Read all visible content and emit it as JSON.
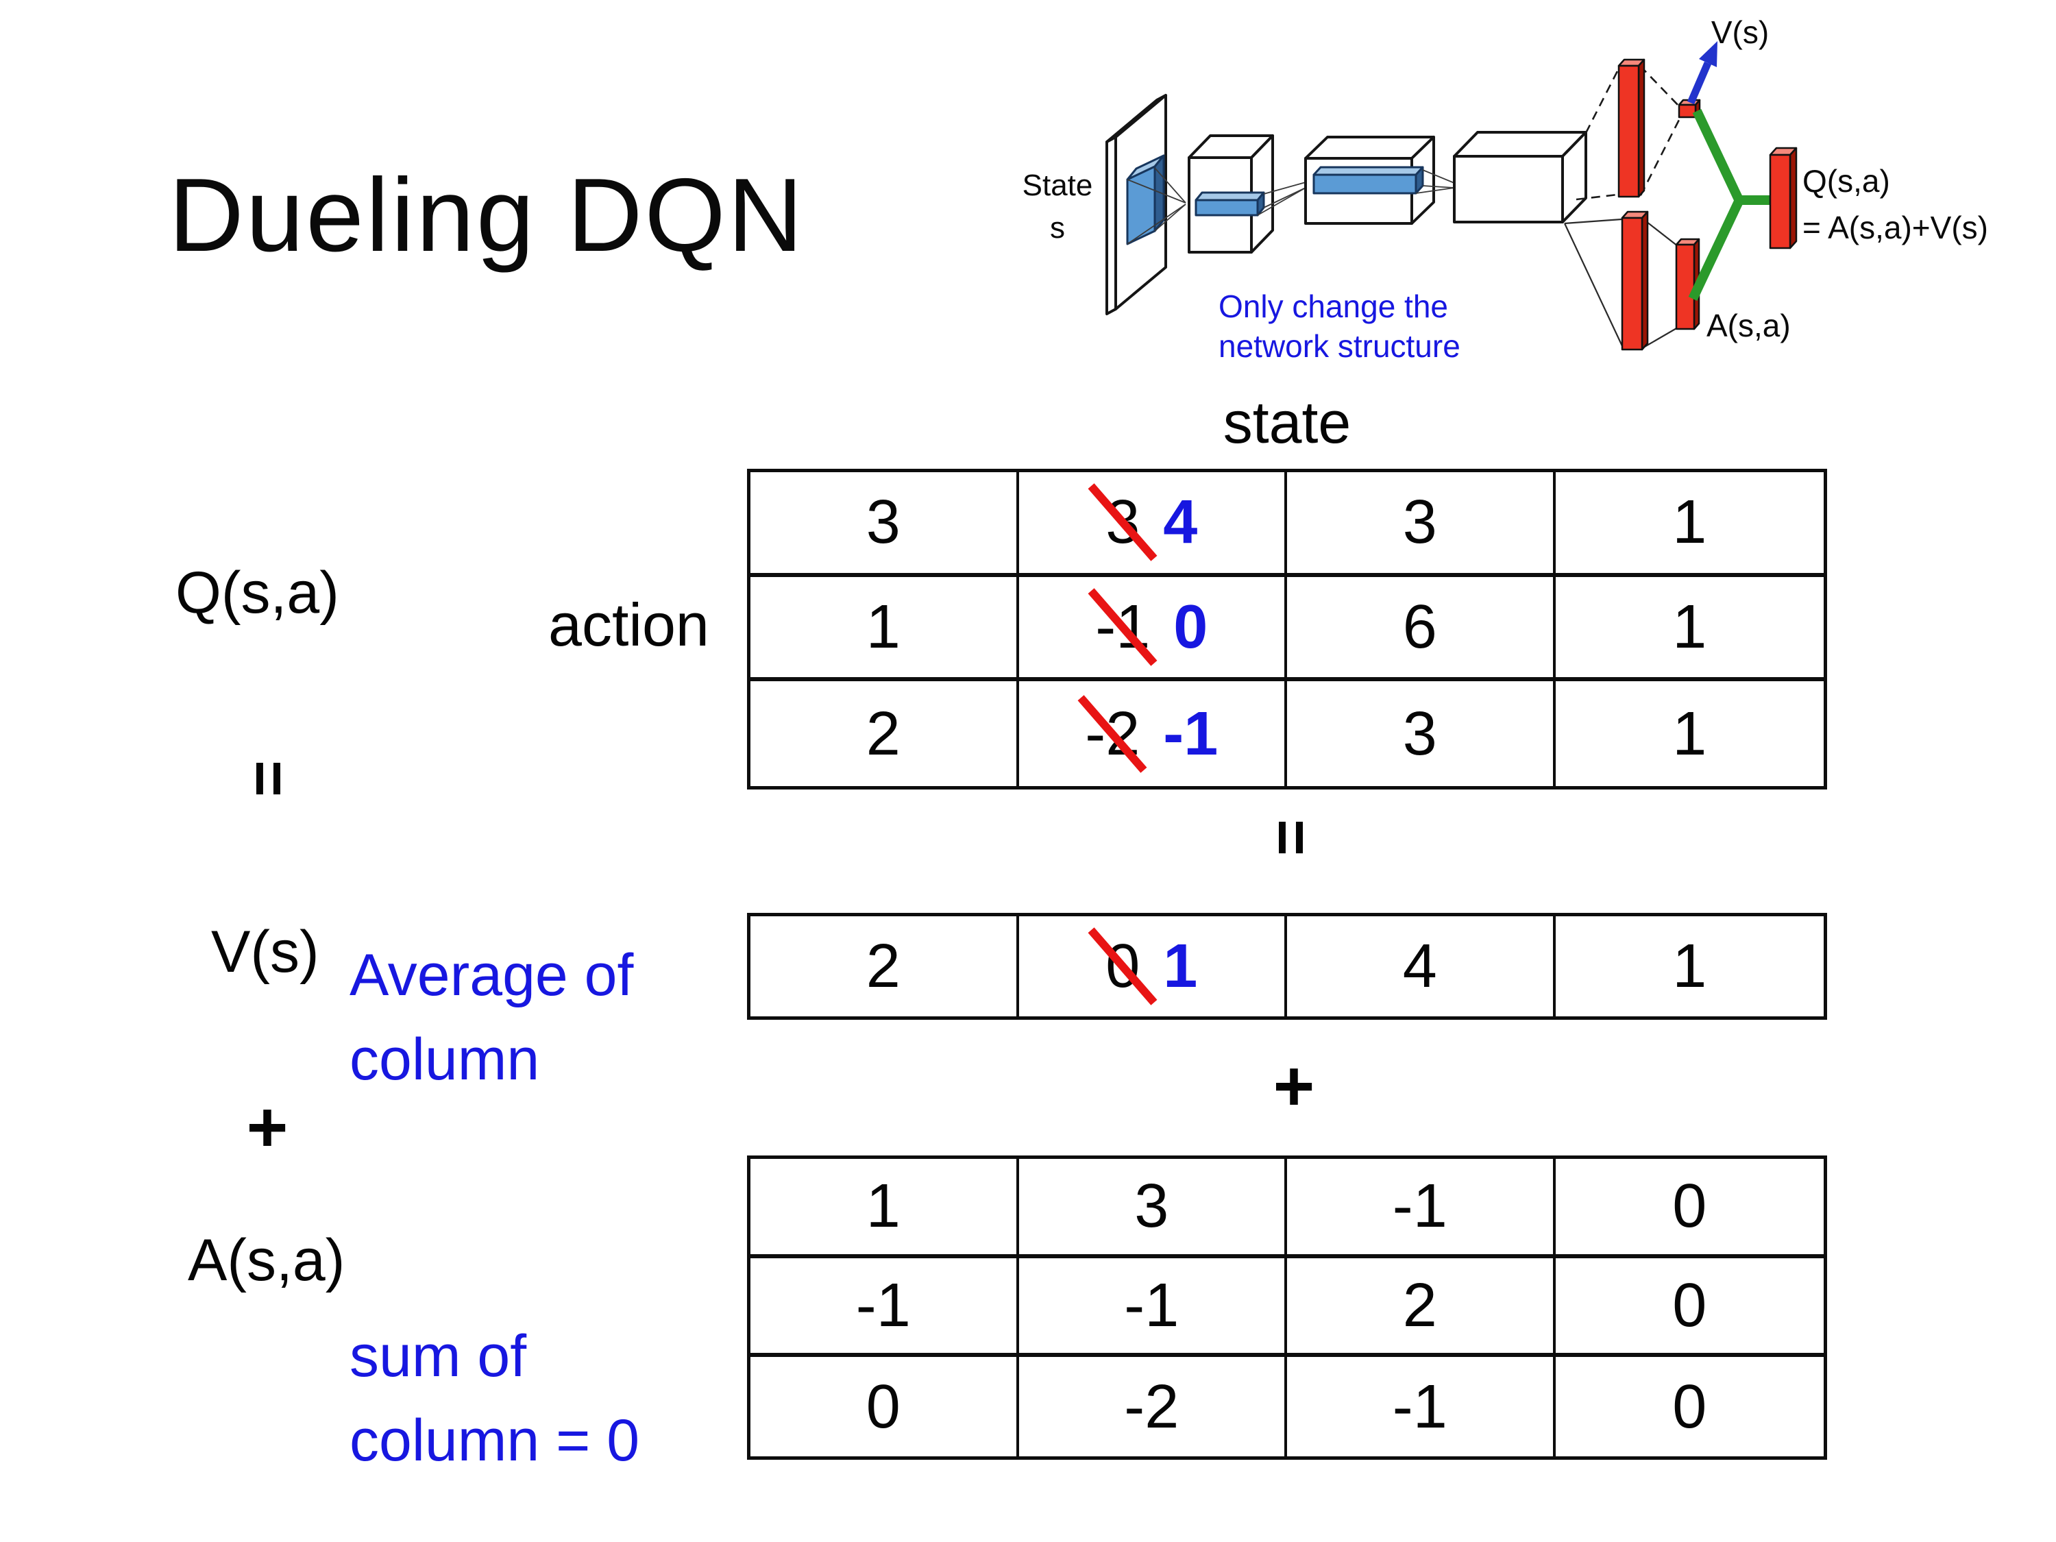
{
  "slide_title": "Dueling DQN",
  "colors": {
    "accent_blue": "#1717e0",
    "strike_red": "#e81414",
    "bar_red": "#ee3424",
    "bar_red_light": "#f5897c",
    "bar_red_dark": "#9a1505",
    "diagram_green": "#2b9a2b",
    "arrow_blue": "#2233cc",
    "panel_blue": "#5b9bd5",
    "panel_blue_light": "#a6c9e8",
    "panel_blue_dark": "#2f5d8f"
  },
  "network_diagram": {
    "state_label_line1": "State",
    "state_label_line2": "s",
    "v_output_label": "V(s)",
    "q_output_label_line1": "Q(s,a)",
    "q_output_label_line2": "= A(s,a)+V(s)",
    "a_output_label": "A(s,a)",
    "note_line1": "Only change the",
    "note_line2": "network structure"
  },
  "equation": {
    "q_label": "Q(s,a)",
    "equals_symbol": "=",
    "v_label": "V(s)",
    "plus_symbol": "+",
    "a_label": "A(s,a)",
    "action_label": "action",
    "state_label": "state",
    "avg_note_line1": "Average of",
    "avg_note_line2": "column",
    "sum_note_line1": "sum of",
    "sum_note_line2": "column = 0"
  },
  "q_table": {
    "rows": [
      [
        {
          "value": "3"
        },
        {
          "value": "3",
          "replaced": true,
          "new_value": "4"
        },
        {
          "value": "3"
        },
        {
          "value": "1"
        }
      ],
      [
        {
          "value": "1"
        },
        {
          "value": "-1",
          "replaced": true,
          "new_value": "0"
        },
        {
          "value": "6"
        },
        {
          "value": "1"
        }
      ],
      [
        {
          "value": "2"
        },
        {
          "value": "-2",
          "replaced": true,
          "new_value": "-1"
        },
        {
          "value": "3"
        },
        {
          "value": "1"
        }
      ]
    ]
  },
  "v_table": {
    "rows": [
      [
        {
          "value": "2"
        },
        {
          "value": "0",
          "replaced": true,
          "new_value": "1"
        },
        {
          "value": "4"
        },
        {
          "value": "1"
        }
      ]
    ]
  },
  "a_table": {
    "rows": [
      [
        {
          "value": "1"
        },
        {
          "value": "3"
        },
        {
          "value": "-1"
        },
        {
          "value": "0"
        }
      ],
      [
        {
          "value": "-1"
        },
        {
          "value": "-1"
        },
        {
          "value": "2"
        },
        {
          "value": "0"
        }
      ],
      [
        {
          "value": "0"
        },
        {
          "value": "-2"
        },
        {
          "value": "-1"
        },
        {
          "value": "0"
        }
      ]
    ]
  }
}
